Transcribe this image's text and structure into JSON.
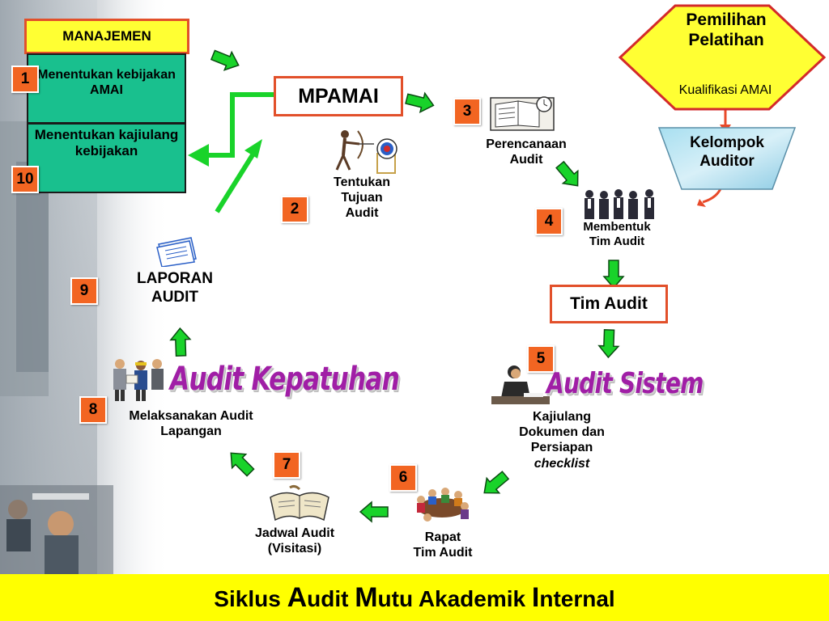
{
  "manajemen": {
    "title": "MANAJEMEN",
    "item1": "Menentukan kebijakan AMAI",
    "item2": "Menentukan kajiulang kebijakan"
  },
  "mpamai": "MPAMAI",
  "tim_audit": "Tim Audit",
  "pemilihan": {
    "line1": "Pemilihan",
    "line2": "Pelatihan",
    "sub": "Kualifikasi AMAI"
  },
  "kelompok": {
    "line1": "Kelompok",
    "line2": "Auditor"
  },
  "steps": {
    "s1": "1",
    "s2": "2",
    "s3": "3",
    "s4": "4",
    "s5": "5",
    "s6": "6",
    "s7": "7",
    "s8": "8",
    "s9": "9",
    "s10": "10"
  },
  "labels": {
    "tentukan": [
      "Tentukan",
      "Tujuan",
      "Audit"
    ],
    "perencanaan": [
      "Perencanaan",
      "Audit"
    ],
    "membentuk": [
      "Membentuk",
      "Tim Audit"
    ],
    "laporan": [
      "LAPORAN",
      "AUDIT"
    ],
    "melaksanakan": [
      "Melaksanakan Audit",
      "Lapangan"
    ],
    "kajiulang": [
      "Kajiulang",
      "Dokumen dan",
      "Persiapan",
      "checklist"
    ],
    "rapat": [
      "Rapat",
      "Tim Audit"
    ],
    "jadwal": [
      "Jadwal Audit",
      "(Visitasi)"
    ]
  },
  "wordart": {
    "kepatuhan": "Audit Kepatuhan",
    "sistem": "Audit Sistem"
  },
  "title": {
    "p1": "Siklus ",
    "c1": "A",
    "p2": "udit ",
    "c2": "M",
    "p3": "utu Akademik ",
    "c3": "I",
    "p4": "nternal"
  },
  "colors": {
    "title_bar": "#ffff00",
    "step_badge": "#f26522",
    "box_border": "#e2502a",
    "teal_box": "#19c08e",
    "arrow_green": "#19d32a",
    "wordart_purple": "#a01ea6",
    "hexagon_fill": "#ffff33"
  }
}
